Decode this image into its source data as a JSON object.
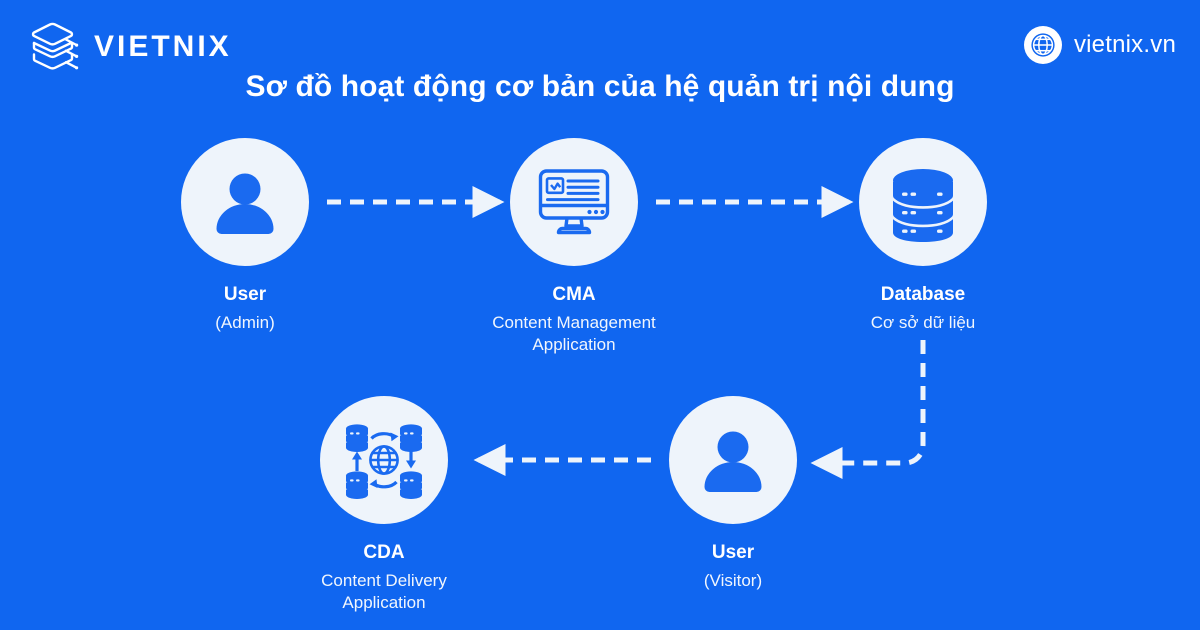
{
  "header": {
    "logo_icon": "stacked-layers-icon",
    "brand_name": "VIETNIX",
    "site_icon": "globe-icon",
    "site_url": "vietnix.vn"
  },
  "title": "Sơ đồ hoạt động cơ bản của hệ quản trị nội dung",
  "colors": {
    "background": "#1066f0",
    "node_circle": "#eef4fb",
    "icon_blue": "#1a6af0",
    "text": "#ffffff",
    "connector": "#eef4fb"
  },
  "diagram": {
    "type": "flow",
    "nodes": [
      {
        "id": "user-admin",
        "icon": "person-icon",
        "label": "User",
        "sublabel": "(Admin)"
      },
      {
        "id": "cma",
        "icon": "monitor-content-icon",
        "label": "CMA",
        "sublabel": "Content Management\nApplication"
      },
      {
        "id": "database",
        "icon": "database-icon",
        "label": "Database",
        "sublabel": "Cơ sở dữ liệu"
      },
      {
        "id": "cda",
        "icon": "cdn-globe-database-icon",
        "label": "CDA",
        "sublabel": "Content Delivery\nApplication"
      },
      {
        "id": "user-visitor",
        "icon": "person-icon",
        "label": "User",
        "sublabel": "(Visitor)"
      }
    ],
    "edges": [
      {
        "id": "user-admin-to-cma",
        "from": "user-admin",
        "to": "cma",
        "style": "dashed",
        "direction": "right"
      },
      {
        "id": "cma-to-database",
        "from": "cma",
        "to": "database",
        "style": "dashed",
        "direction": "right"
      },
      {
        "id": "database-to-user-visitor",
        "from": "database",
        "to": "user-visitor",
        "style": "dashed",
        "direction": "down-then-left"
      },
      {
        "id": "user-visitor-to-cda",
        "from": "user-visitor",
        "to": "cda",
        "style": "dashed",
        "direction": "left"
      }
    ]
  }
}
